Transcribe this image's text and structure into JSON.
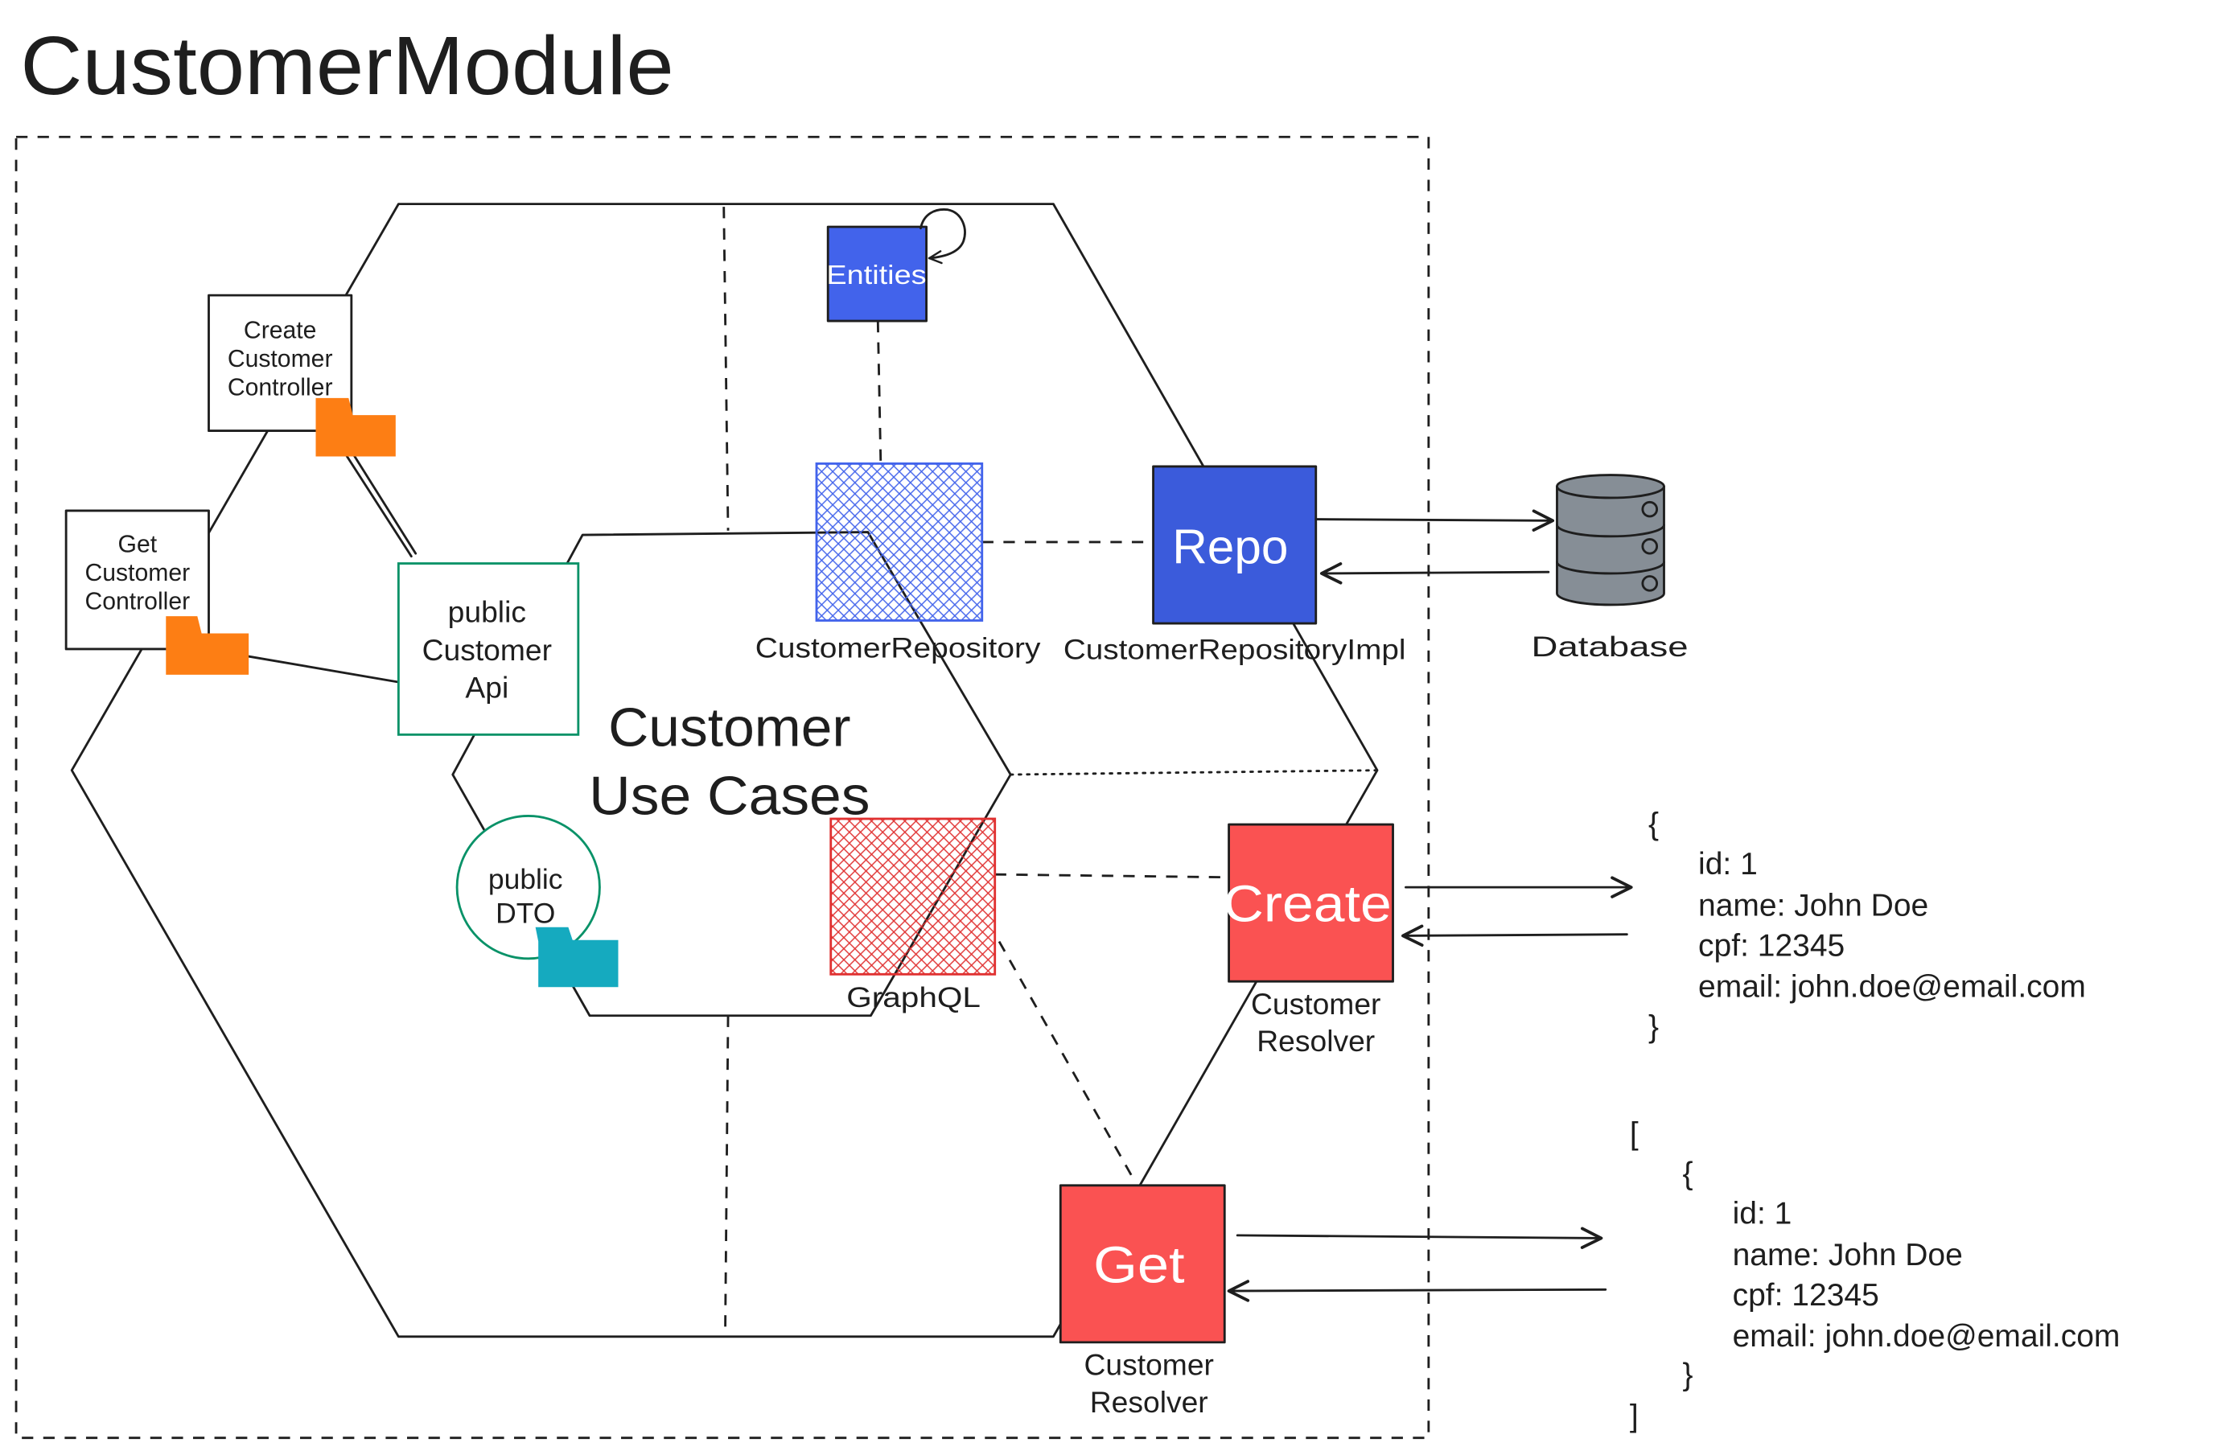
{
  "title": "CustomerModule",
  "create_customer_controller": {
    "lines": [
      "Create",
      "Customer",
      "Controller"
    ],
    "icon": "folder-icon"
  },
  "get_customer_controller": {
    "lines": [
      "Get",
      "Customer",
      "Controller"
    ],
    "icon": "folder-icon"
  },
  "public_customer_api": {
    "lines": [
      "public",
      "Customer",
      "Api"
    ]
  },
  "use_cases": {
    "lines": [
      "Customer",
      "Use Cases"
    ]
  },
  "public_dto": {
    "lines": [
      "public",
      "DTO"
    ],
    "icon": "folder-icon"
  },
  "entities": {
    "label": "Entities",
    "icon": "loop-arrow-icon"
  },
  "customer_repository": {
    "caption": "CustomerRepository"
  },
  "repo": {
    "label": "Repo",
    "caption": "CustomerRepositoryImpl"
  },
  "database": {
    "caption": "Database",
    "icon": "database-icon"
  },
  "graphql": {
    "caption": "GraphQL"
  },
  "create_resolver": {
    "label": "Create",
    "caption_lines": [
      "Customer",
      "Resolver"
    ]
  },
  "get_resolver": {
    "label": "Get",
    "caption_lines": [
      "Customer",
      "Resolver"
    ]
  },
  "create_payload": {
    "lines": [
      "{",
      "id: 1",
      "name: John Doe",
      "cpf: 12345",
      "email: john.doe@email.com",
      "}"
    ]
  },
  "get_payload": {
    "lines": [
      "[",
      "{",
      "id: 1",
      "name: John Doe",
      "cpf: 12345",
      "email: john.doe@email.com",
      "}",
      "]"
    ]
  },
  "colors": {
    "public_stroke": "#099268",
    "controller_folder": "#fd7e14",
    "dto_folder": "#15aabf",
    "entities_fill": "#4263eb",
    "repo_fill": "#3b5bdb",
    "repository_hatch": "#4263eb",
    "graphql_hatch": "#e03131",
    "resolver_fill": "#fa5252",
    "database_fill": "#868e96",
    "label_on_fill": "#ffffff"
  }
}
